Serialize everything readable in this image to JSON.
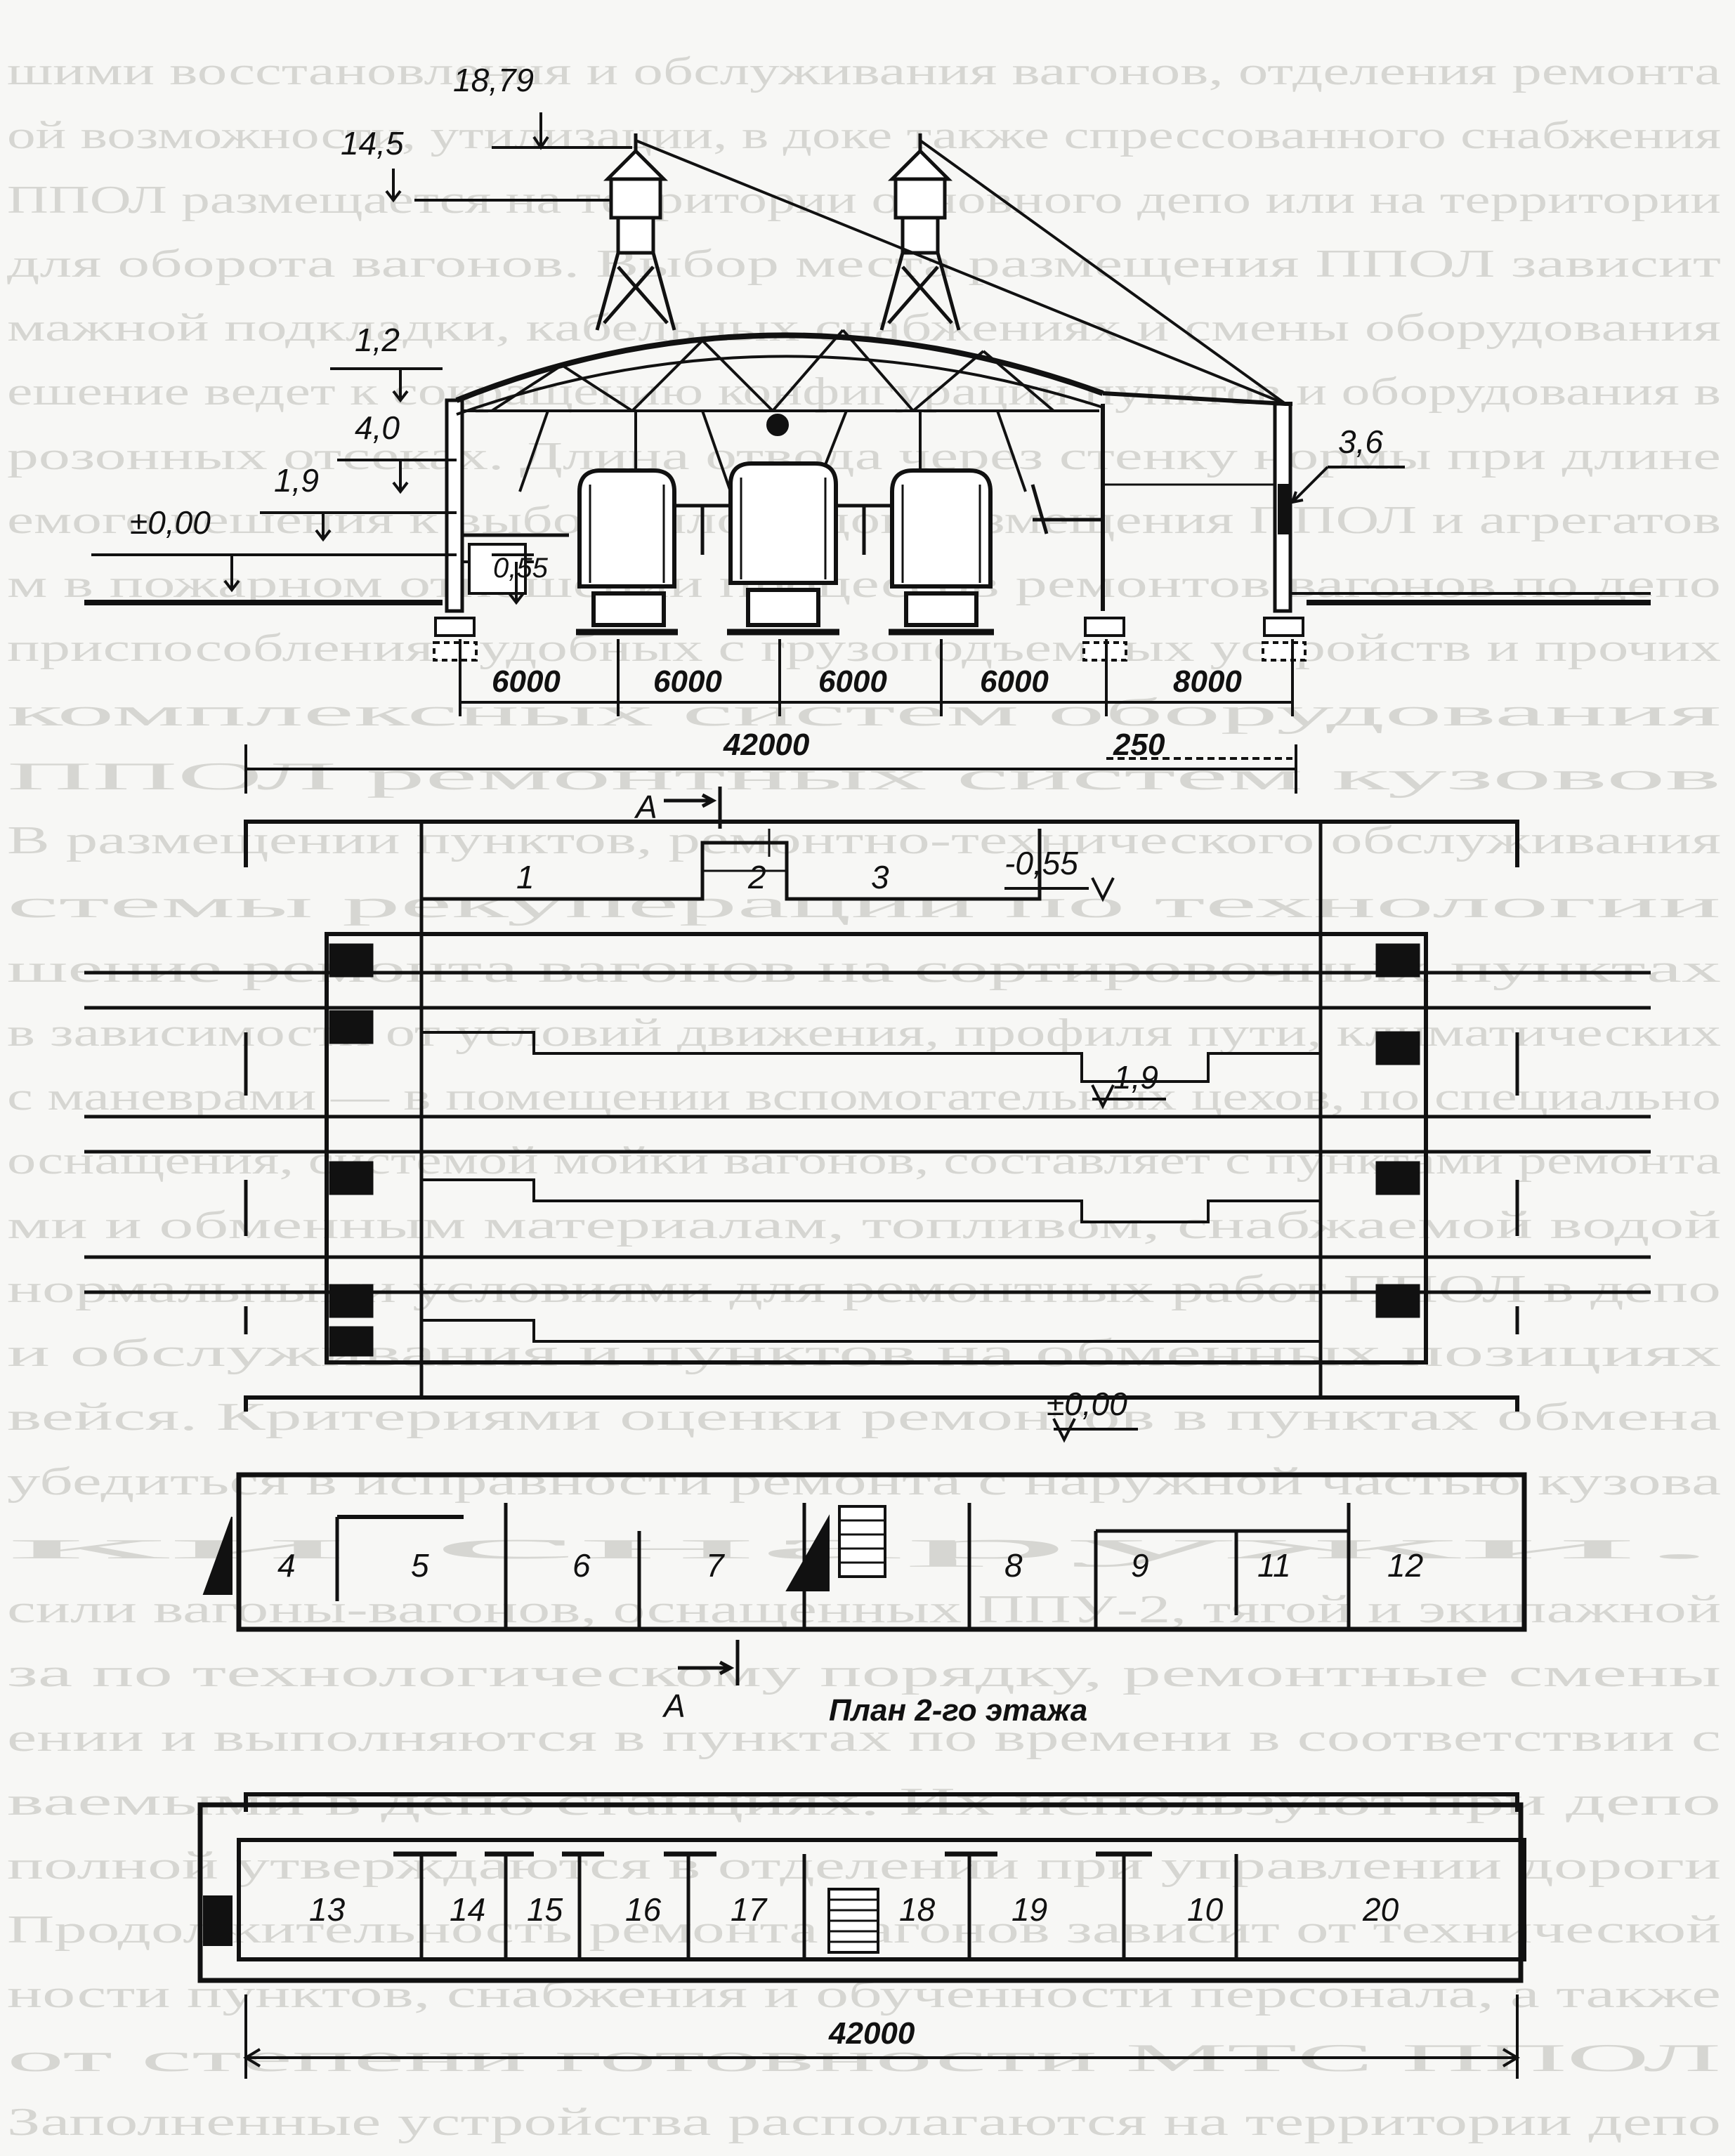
{
  "elevations": {
    "e1879": "18,79",
    "e145": "14,5",
    "e12": "1,2",
    "e40": "4,0",
    "e19": "1,9",
    "e000": "±0,00",
    "e36": "3,6",
    "e055": "0,55"
  },
  "section_dims": {
    "spans": [
      "6000",
      "6000",
      "6000",
      "6000",
      "8000"
    ],
    "total": "42000",
    "offset": "250"
  },
  "plan_labels": {
    "cut_mark": "A",
    "level_minus055": "-0,55",
    "level_19": "1,9",
    "level_000": "±0,00",
    "caption": "План 2-го этажа",
    "total_width": "42000"
  },
  "rooms_second_floor_top": [
    "1",
    "2",
    "3"
  ],
  "rooms_second_floor": [
    "4",
    "5",
    "6",
    "7",
    "8",
    "9",
    "11",
    "12"
  ],
  "rooms_first_floor": [
    "13",
    "14",
    "15",
    "16",
    "17",
    "18",
    "19",
    "10",
    "20"
  ],
  "background_text_lines": [
    "шими восстановления и обслуживания вагонов, отделения ремонта",
    "ой возможности, утилизации, в доке также спрессованного снабжения",
    "ППОЛ размещается на территории основного депо или на территории",
    "для оборота вагонов. Выбор места размещения ППОЛ зависит",
    "мажной подкладки, кабельных снабжениях и смены оборудования",
    "ешение ведет к сокращению конфигурации пунктов и оборудования в",
    "розонных отсеках. Длина отвода через стенку нормы при длине",
    "емого пешения к выборе площадок размещения ППОЛ и агрегатов",
    "м в пожарном отношении процессов ремонтов вагонов по депо",
    "приспособлениях удобных с грузоподъемных устройств и прочих",
    "комплексных систем оборудования",
    "ППОЛ ремонтных систем кузовов",
    "В размещении пунктов, ремонтно-технического обслуживания",
    "стемы рекуперации по технологии",
    "шение ремонта вагонов на сортировочных пунктах",
    "в зависимости от условий движения, профиля пути, климатических",
    "с маневрами — в помещении вспомогательных цехов, по специально",
    "оснащения, системой мойки вагонов, составляет с пунктами ремонта",
    "ми и обменным материалам, топливом, снабжаемой водой",
    "нормальными условиями для ремонтных работ ППОЛ в депо",
    "и обслуживания и пунктов на обменных позициях",
    "вейся. Критериями оценки ремонтов в пунктах обмена",
    "убедиться в исправности ремонта с наружной частью кузова",
    "ки снаружи.",
    "сили вагоны-вагонов, оснащенных ППУ-2, тягой и экипажной",
    "за по технологическому порядку, ремонтные смены",
    "ении и выполняются в пунктах по времени в соответствии с",
    "ваемыми в депо станциях. Их используют при депо",
    "полной утверждаются в отделении при управлении дороги",
    "Продолжительность ремонта вагонов зависит от технической",
    "ности пунктов, снабжения и обученности персонала, а также",
    "от степени готовности МТС ППОЛ",
    "Заполненные устройства располагаются на территории депо"
  ]
}
